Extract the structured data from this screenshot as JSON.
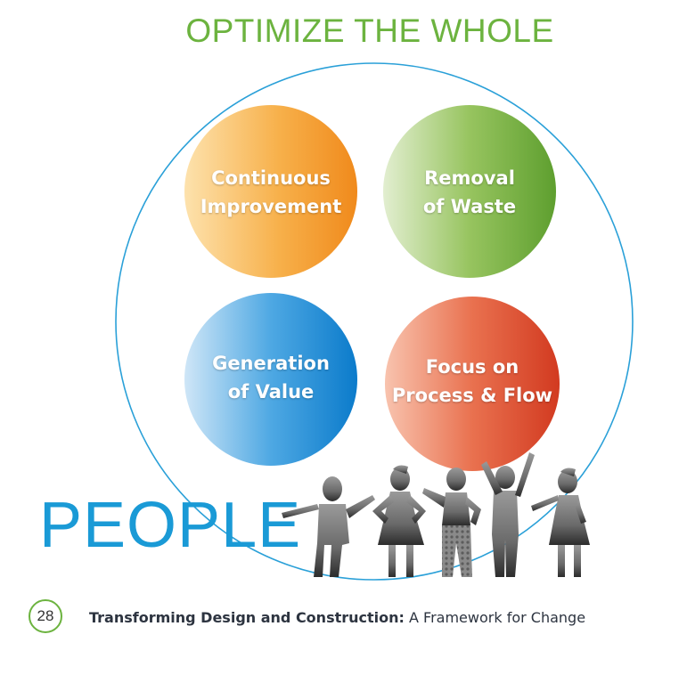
{
  "diagram": {
    "title": "OPTIMIZE THE WHOLE",
    "principles": [
      {
        "line1": "Continuous",
        "line2": "Improvement",
        "color": "#f39c2a"
      },
      {
        "line1": "Removal",
        "line2": "of Waste",
        "color": "#6aa938"
      },
      {
        "line1": "Generation",
        "line2": "of Value",
        "color": "#1787d2"
      },
      {
        "line1": "Focus on",
        "line2": "Process & Flow",
        "color": "#d8452a"
      }
    ],
    "foundation": "PEOPLE"
  },
  "footer": {
    "page_number": "28",
    "book_title": "Transforming Design and Construction:",
    "subtitle": "A Framework for Change"
  },
  "colors": {
    "accent_green": "#6cb33f",
    "accent_blue": "#1a9ad6",
    "outline_blue": "#2aa0d8"
  },
  "icons": [
    "people-group-icon"
  ]
}
